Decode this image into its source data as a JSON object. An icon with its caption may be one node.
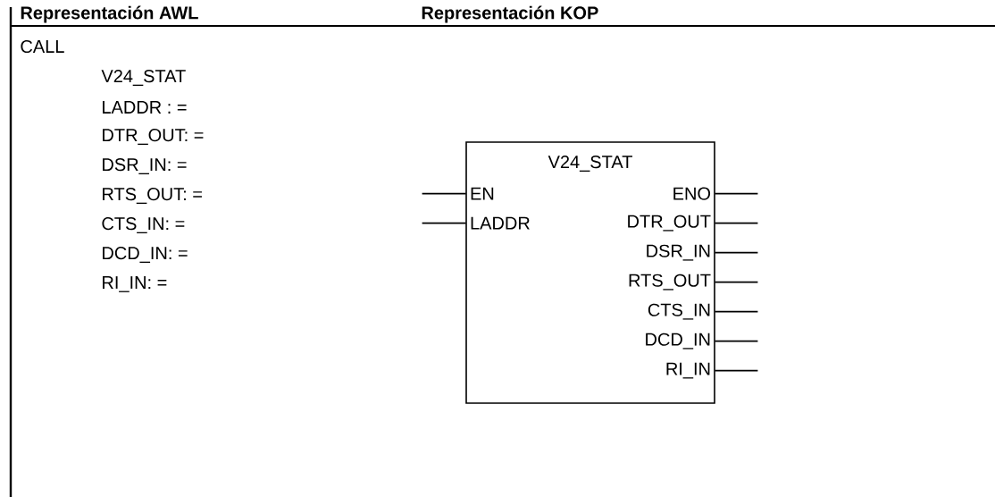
{
  "diagram": {
    "nodes": [
      {
        "text": [
          "V24_STAT"
        ]
      },
      {
        "text": [
          "EN"
        ],
        "in": 0
      },
      {
        "text": [
          "LADDR"
        ],
        "in": 0
      },
      {
        "text": [
          "ENO"
        ],
        "in": 0
      },
      {
        "text": [
          "DTR_OUT"
        ],
        "in": 0
      },
      {
        "text": [
          "DSR_IN"
        ],
        "in": 0
      },
      {
        "text": [
          "RTS_OUT"
        ],
        "in": 0
      },
      {
        "text": [
          "CTS_IN"
        ],
        "in": 0
      },
      {
        "text": [
          "DCD_IN"
        ],
        "in": 0
      },
      {
        "text": [
          "RI_IN"
        ],
        "in": 0
      }
    ],
    "edges": [
      {
        "from": null,
        "to": 1,
        "arrow": "none"
      },
      {
        "from": null,
        "to": 2,
        "arrow": "none"
      },
      {
        "from": 3,
        "to": null,
        "arrow": "none"
      },
      {
        "from": 4,
        "to": null,
        "arrow": "none"
      },
      {
        "from": 5,
        "to": null,
        "arrow": "none"
      },
      {
        "from": 6,
        "to": null,
        "arrow": "none"
      },
      {
        "from": 7,
        "to": null,
        "arrow": "none"
      },
      {
        "from": 8,
        "to": null,
        "arrow": "none"
      },
      {
        "from": 9,
        "to": null,
        "arrow": "none"
      }
    ],
    "labels": [
      "Representación AWL",
      "Representación KOP",
      "CALL",
      "V24_STAT",
      "LADDR : =",
      "DTR_OUT: =",
      "DSR_IN: =",
      "RTS_OUT: =",
      "CTS_IN: =",
      "DCD_IN: =",
      "RI_IN: ="
    ]
  }
}
